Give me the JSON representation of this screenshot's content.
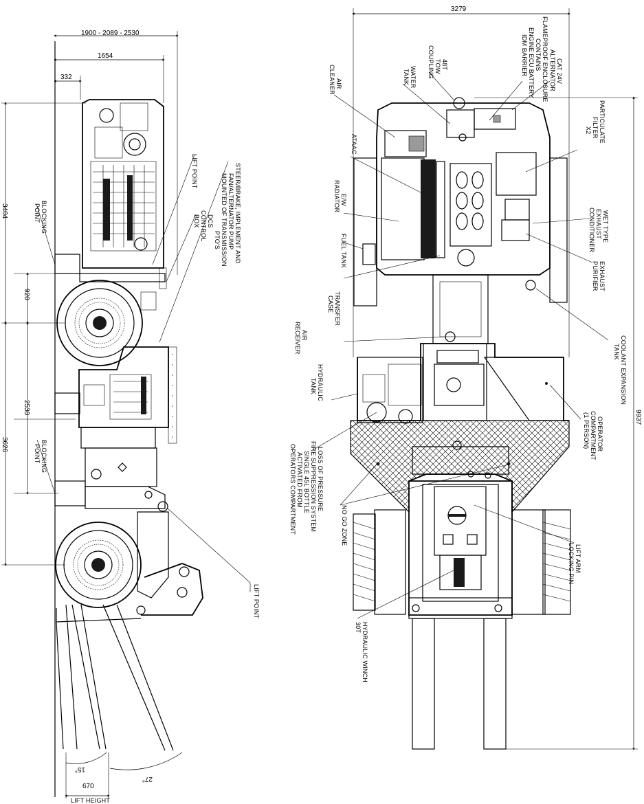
{
  "side_view": {
    "dimensions": {
      "wheelbase_options": "1900 - 2089 - 2530",
      "width_1654": "1654",
      "offset_332": "332",
      "height_3404": "3404",
      "gap_920": "920",
      "span_2530": "2530",
      "length_3626": "3626",
      "lift_height_value": "670",
      "lift_height_label": "LIFT HEIGHT",
      "angle_15": "15°",
      "angle_27": "27°"
    },
    "labels": {
      "lift_point_top": "LIFT POINT",
      "steer_line1": "STEER/BRAKE, IMPLEMENT AND",
      "steer_line2": "FAN/ALTERNATOR PUMP",
      "steer_line3": "MOUNTED OF TRANSMISSION",
      "steer_line4": "PTO'S",
      "dcs_line1": "DCS",
      "dcs_line2": "CONTROL",
      "dcs_line3": "BOX",
      "blocking_top_line1": "BLOCKING",
      "blocking_top_line2": "POINT",
      "blocking_bottom_line1": "BLOCKING",
      "blocking_bottom_line2": "POINT",
      "lift_point_bottom": "LIFT POINT"
    }
  },
  "top_view": {
    "dimensions": {
      "width_3279": "3279",
      "length_9937": "9937"
    },
    "labels": {
      "flameproof_line1": "FLAMEPROOF ENCLOSURE",
      "flameproof_line2": "CONTAINS",
      "flameproof_line3": "ENGINE ECU BATTERY",
      "flameproof_line4": "IDM BARRIER",
      "alternator_line1": "CAT 24V",
      "alternator_line2": "ALTERNATOR",
      "tow_line1": "48T",
      "tow_line2": "TOW",
      "tow_line3": "COUPLING",
      "water_line1": "WATER",
      "water_line2": "TANK",
      "air_cleaner_line1": "AIR",
      "air_cleaner_line2": "CLEANER",
      "particulate_line1": "PARTICULATE",
      "particulate_line2": "FILTER",
      "particulate_line3": "X2",
      "ataac": "ATAAC",
      "ew_line1": "E/W",
      "ew_line2": "RADIATOR",
      "wet_line1": "WET TYPE",
      "wet_line2": "EXHAUST",
      "wet_line3": "CONDITIONER",
      "fuel_tank": "FUEL TANK",
      "exhaust_purifier_line1": "EXHAUST",
      "exhaust_purifier_line2": "PURIFIER",
      "transfer_line1": "TRANSFER",
      "transfer_line2": "CASE",
      "coolant_line1": "COOLANT EXPANSION",
      "coolant_line2": "TANK",
      "air_receiver_line1": "AIR",
      "air_receiver_line2": "RECEIVER",
      "hydraulic_tank_line1": "HYDRAULIC",
      "hydraulic_tank_line2": "TANK",
      "operator_line1": "OPERATOR",
      "operator_line2": "COMPARTMENT",
      "operator_line3": "(1 PERSON)",
      "fire_line1": "LOSS OF PRESSURE",
      "fire_line2": "FIRE SUPPRESSION SYSTEM",
      "fire_line3": "SINGLE 45L BOTTLE",
      "fire_line4": "ACTIVATED FROM",
      "fire_line5": "OPERATORS COMPARTMENT",
      "no_go_zone": "NO GO ZONE",
      "lift_arm_line1": "LIFT ARM",
      "lift_arm_line2": "LOCKING PIN",
      "winch_line1": "HYDRAULIC WINCH",
      "winch_line2": "30T"
    }
  }
}
